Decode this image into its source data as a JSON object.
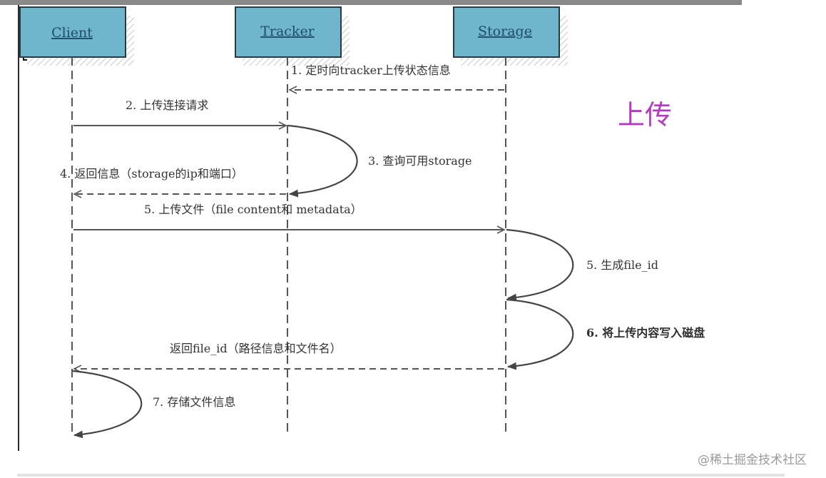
{
  "participants": {
    "client": "Client",
    "tracker": "Tracker",
    "storage": "Storage"
  },
  "title": "上传",
  "messages": {
    "m1": "1. 定时向tracker上传状态信息",
    "m2": "2. 上传连接请求",
    "m3": "3. 查询可用storage",
    "m4": "4. 返回信息（storage的ip和端口）",
    "m5a": "5. 上传文件（file content和 metadata）",
    "m5b": "5. 生成file_id",
    "m6": "6. 将上传内容写入磁盘",
    "m_return": "返回file_id（路径信息和文件名）",
    "m7": "7. 存储文件信息"
  },
  "watermark": "@稀土掘金技术社区",
  "colors": {
    "box_fill": "#6fb6cc",
    "box_border": "#2a3a44",
    "title": "#b43ac0"
  }
}
